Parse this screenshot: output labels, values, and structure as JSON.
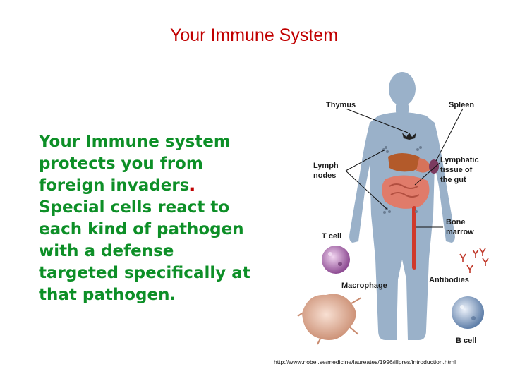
{
  "slide": {
    "title": "Your Immune System",
    "body_lines": [
      "Your Immune system",
      "protects you from",
      "foreign invaders",
      "Special cells react to",
      "each kind of pathogen",
      "with a defense",
      "targeted specifically at",
      "that pathogen."
    ],
    "body_punct": ".",
    "source_url": "http://www.nobel.se/medicine/laureates/1996/illpres/introduction.html"
  },
  "figure": {
    "labels": {
      "thymus": "Thymus",
      "spleen": "Spleen",
      "lymph_nodes_1": "Lymph",
      "lymph_nodes_2": "nodes",
      "lymphatic_1": "Lymphatic",
      "lymphatic_2": "tissue of",
      "lymphatic_3": "the gut",
      "bone_marrow_1": "Bone",
      "bone_marrow_2": "marrow",
      "t_cell": "T cell",
      "antibodies": "Antibodies",
      "macrophage": "Macrophage",
      "b_cell": "B cell"
    },
    "colors": {
      "body": "#9ab1c9",
      "liver": "#b35a2a",
      "intestine": "#e07b6a",
      "bone_marrow": "#d0392b",
      "t_cell": "#b67ab9",
      "macrophage": "#e3b49c",
      "b_cell": "#8fa7c9",
      "antibodies": "#c0392b"
    }
  }
}
